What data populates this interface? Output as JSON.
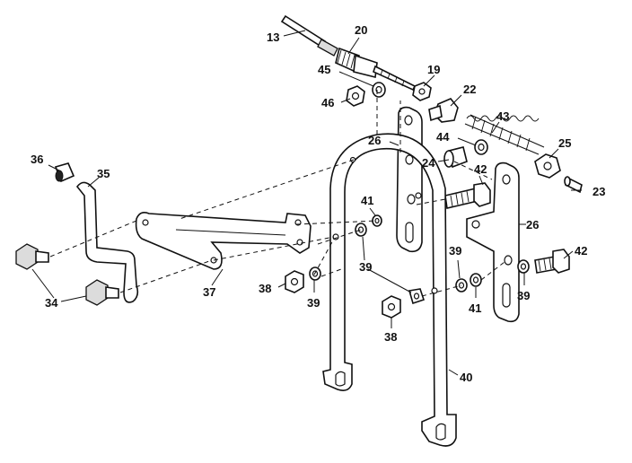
{
  "diagram": {
    "callouts": [
      {
        "id": "c13",
        "text": "13"
      },
      {
        "id": "c20",
        "text": "20"
      },
      {
        "id": "c45",
        "text": "45"
      },
      {
        "id": "c19",
        "text": "19"
      },
      {
        "id": "c22",
        "text": "22"
      },
      {
        "id": "c46",
        "text": "46"
      },
      {
        "id": "c43",
        "text": "43"
      },
      {
        "id": "c26a",
        "text": "26"
      },
      {
        "id": "c44",
        "text": "44"
      },
      {
        "id": "c25",
        "text": "25"
      },
      {
        "id": "c36",
        "text": "36"
      },
      {
        "id": "c35",
        "text": "35"
      },
      {
        "id": "c24",
        "text": "24"
      },
      {
        "id": "c42a",
        "text": "42"
      },
      {
        "id": "c23",
        "text": "23"
      },
      {
        "id": "c41a",
        "text": "41"
      },
      {
        "id": "c26b",
        "text": "26"
      },
      {
        "id": "c39a",
        "text": "39"
      },
      {
        "id": "c42b",
        "text": "42"
      },
      {
        "id": "c39b",
        "text": "39"
      },
      {
        "id": "c34",
        "text": "34"
      },
      {
        "id": "c37",
        "text": "37"
      },
      {
        "id": "c38a",
        "text": "38"
      },
      {
        "id": "c39c",
        "text": "39"
      },
      {
        "id": "c41b",
        "text": "41"
      },
      {
        "id": "c39d",
        "text": "39"
      },
      {
        "id": "c38b",
        "text": "38"
      },
      {
        "id": "c40",
        "text": "40"
      }
    ]
  }
}
